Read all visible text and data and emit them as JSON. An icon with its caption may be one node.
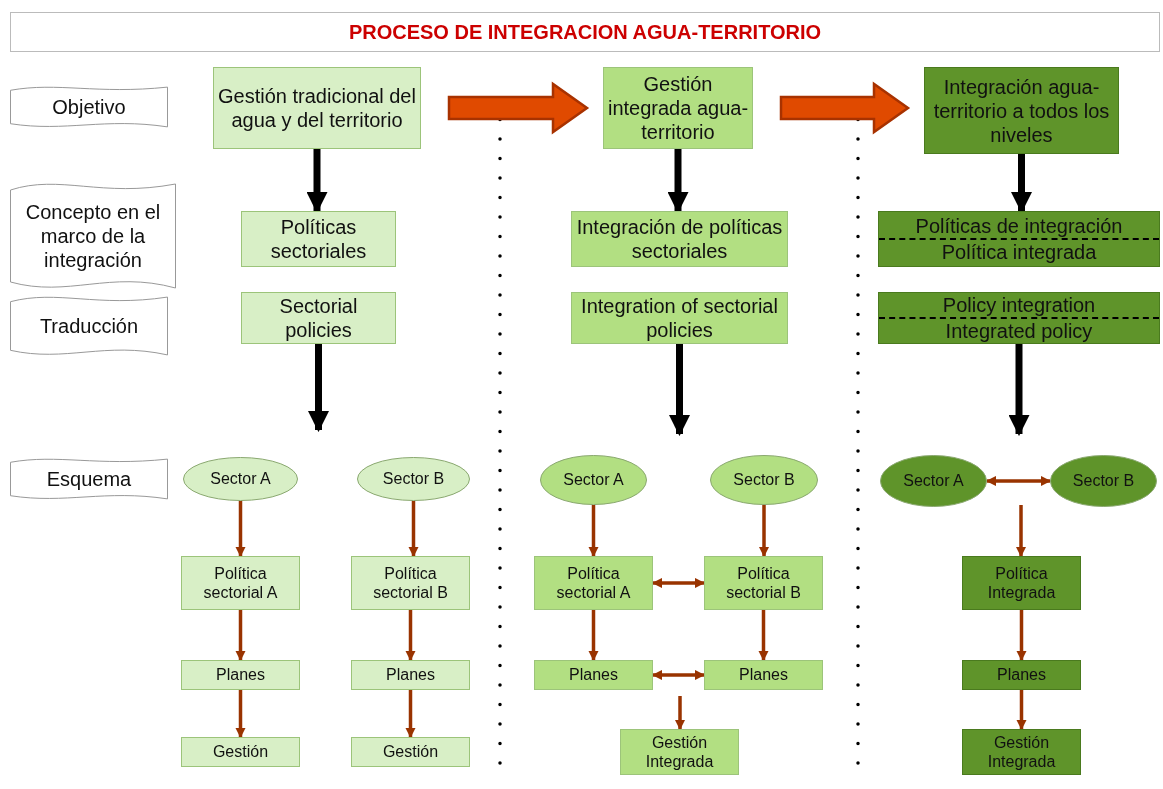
{
  "diagram": {
    "title": "PROCESO DE INTEGRACION AGUA-TERRITORIO",
    "nodes": [
      {
        "text": [
          "Objetivo"
        ]
      },
      {
        "text": [
          "Concepto en el marco de la integración"
        ]
      },
      {
        "text": [
          "Traducción"
        ]
      },
      {
        "text": [
          "Esquema"
        ]
      },
      {
        "text": [
          "Gestión tradicional del agua y del territorio"
        ]
      },
      {
        "text": [
          "Políticas sectoriales"
        ]
      },
      {
        "text": [
          "Sectorial policies"
        ]
      },
      {
        "text": [
          "Sector A"
        ]
      },
      {
        "text": [
          "Sector B"
        ]
      },
      {
        "text": [
          "Política sectorial A"
        ]
      },
      {
        "text": [
          "Política sectorial B"
        ]
      },
      {
        "text": [
          "Planes"
        ]
      },
      {
        "text": [
          "Planes"
        ]
      },
      {
        "text": [
          "Gestión"
        ]
      },
      {
        "text": [
          "Gestión"
        ]
      },
      {
        "text": [
          "Gestión integrada agua-territorio"
        ]
      },
      {
        "text": [
          "Integración de políticas sectoriales"
        ]
      },
      {
        "text": [
          "Integration of sectorial policies"
        ]
      },
      {
        "text": [
          "Sector A"
        ]
      },
      {
        "text": [
          "Sector B"
        ]
      },
      {
        "text": [
          "Política sectorial A"
        ]
      },
      {
        "text": [
          "Política sectorial B"
        ]
      },
      {
        "text": [
          "Planes"
        ]
      },
      {
        "text": [
          "Planes"
        ]
      },
      {
        "text": [
          "Gestión Integrada"
        ]
      },
      {
        "text": [
          "Integración agua-territorio a todos los niveles"
        ]
      },
      {
        "text": [
          "Políticas de integración",
          "Política integrada"
        ]
      },
      {
        "text": [
          "Policy integration",
          "Integrated policy"
        ]
      },
      {
        "text": [
          "Sector A"
        ]
      },
      {
        "text": [
          "Sector B"
        ]
      },
      {
        "text": [
          "Política Integrada"
        ]
      },
      {
        "text": [
          "Planes"
        ]
      },
      {
        "text": [
          "Gestión Integrada"
        ]
      }
    ],
    "edges": [
      {
        "from": 4,
        "to": 15,
        "arrow": "to",
        "style": "thick",
        "color": "#e04a00"
      },
      {
        "from": 15,
        "to": 25,
        "arrow": "to",
        "style": "thick",
        "color": "#e04a00"
      },
      {
        "from": 4,
        "to": 5,
        "arrow": "to",
        "style": "thick",
        "color": "#000000"
      },
      {
        "from": 15,
        "to": 16,
        "arrow": "to",
        "style": "thick",
        "color": "#000000"
      },
      {
        "from": 25,
        "to": 26,
        "arrow": "to",
        "style": "thick",
        "color": "#000000"
      },
      {
        "from": 6,
        "to": null,
        "arrow": "to",
        "style": "thick",
        "color": "#000000"
      },
      {
        "from": 17,
        "to": null,
        "arrow": "to",
        "style": "thick",
        "color": "#000000"
      },
      {
        "from": 27,
        "to": null,
        "arrow": "to",
        "style": "thick",
        "color": "#000000"
      },
      {
        "from": 7,
        "to": 9,
        "arrow": "to"
      },
      {
        "from": 9,
        "to": 11,
        "arrow": "to"
      },
      {
        "from": 11,
        "to": 13,
        "arrow": "to"
      },
      {
        "from": 8,
        "to": 10,
        "arrow": "to"
      },
      {
        "from": 10,
        "to": 12,
        "arrow": "to"
      },
      {
        "from": 12,
        "to": 14,
        "arrow": "to"
      },
      {
        "from": 18,
        "to": 20,
        "arrow": "to"
      },
      {
        "from": 19,
        "to": 21,
        "arrow": "to"
      },
      {
        "from": 20,
        "to": 21,
        "arrow": "both"
      },
      {
        "from": 20,
        "to": 22,
        "arrow": "to"
      },
      {
        "from": 21,
        "to": 23,
        "arrow": "to"
      },
      {
        "from": 22,
        "to": 23,
        "arrow": "both"
      },
      {
        "from": null,
        "to": 24,
        "arrow": "to"
      },
      {
        "from": 28,
        "to": 29,
        "arrow": "both"
      },
      {
        "from": null,
        "to": 30,
        "arrow": "to"
      },
      {
        "from": 30,
        "to": 31,
        "arrow": "to"
      },
      {
        "from": 31,
        "to": 32,
        "arrow": "to"
      }
    ]
  }
}
